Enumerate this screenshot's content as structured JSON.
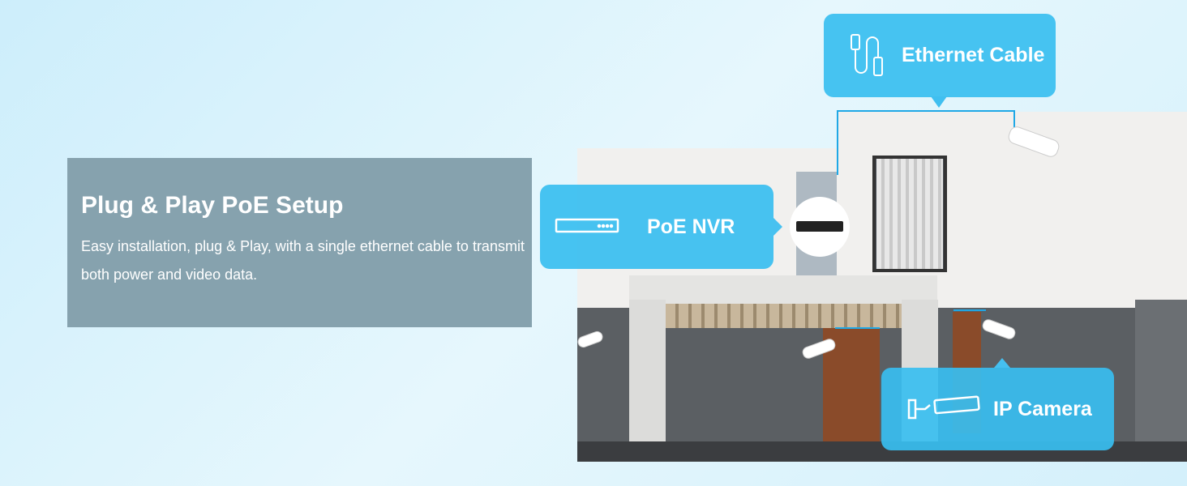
{
  "panel": {
    "title": "Plug & Play PoE Setup",
    "description": "Easy installation, plug & Play, with a single ethernet cable to transmit both power and video data."
  },
  "callouts": {
    "ethernet": "Ethernet Cable",
    "nvr": "PoE NVR",
    "camera": "IP Camera"
  },
  "colors": {
    "accent": "#3fc0f0",
    "panel": "#86a2ae"
  }
}
